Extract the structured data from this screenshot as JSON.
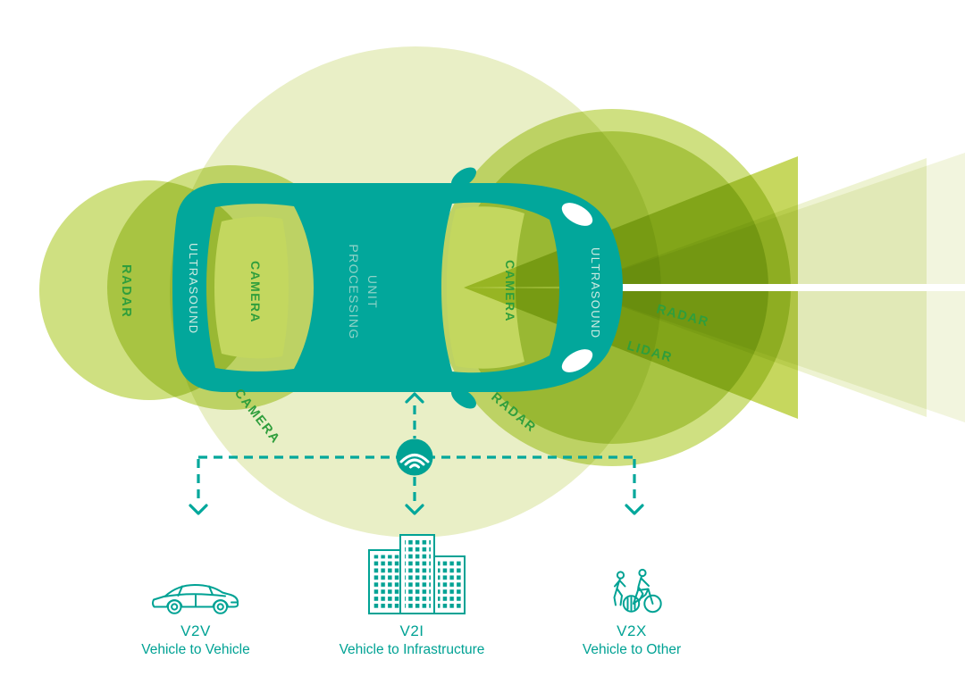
{
  "diagram": {
    "colors": {
      "car": "#02a79b",
      "accent_teal": "#00a294",
      "label_green": "#2f9e3c",
      "circle_pale": "#e9efc6",
      "circle_green": "#cfe081",
      "cone_olive": "#c6d75e",
      "cone_pale": "#eef3d2",
      "cone_faint": "#f2f5de",
      "glass_green": "#c3d75f"
    },
    "car_labels": {
      "processing_1": "PROCESSING",
      "processing_2": "UNIT",
      "ultrasound_rear": "ULTRASOUND",
      "ultrasound_front": "ULTRASOUND",
      "camera_rear": "CAMERA",
      "camera_front": "CAMERA"
    },
    "sensor_labels": {
      "radar_rear": "RADAR",
      "camera_side": "CAMERA",
      "radar_side": "RADAR",
      "radar_front": "RADAR",
      "lidar_front": "LIDAR"
    }
  },
  "connectivity": {
    "hub_icon": "wifi-icon",
    "items": [
      {
        "abbr": "V2V",
        "label": "Vehicle to Vehicle",
        "icon": "car-icon"
      },
      {
        "abbr": "V2I",
        "label": "Vehicle to Infrastructure",
        "icon": "building-icon"
      },
      {
        "abbr": "V2X",
        "label": "Vehicle to Other",
        "icon": "pedestrian-cyclist-icon"
      }
    ]
  }
}
